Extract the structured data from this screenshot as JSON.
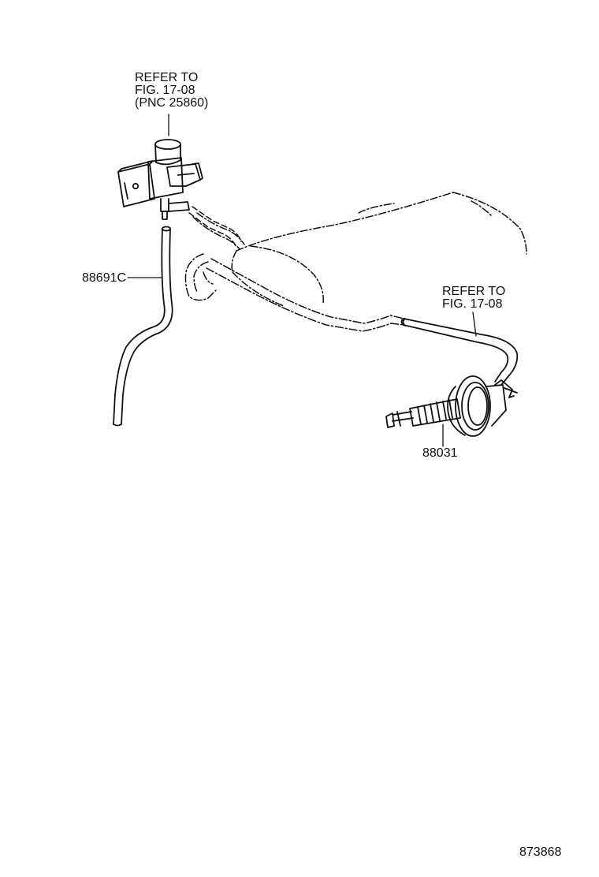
{
  "callouts": {
    "valve": {
      "line1": "REFER TO",
      "line2": "FIG. 17-08",
      "line3": "(PNC 25860)"
    },
    "actuator": {
      "line1": "REFER TO",
      "line2": "FIG. 17-08"
    }
  },
  "parts": {
    "hose": "88691C",
    "actuator": "88031"
  },
  "drawing_id": "873868",
  "colors": {
    "line": "#111111",
    "background": "#ffffff"
  }
}
